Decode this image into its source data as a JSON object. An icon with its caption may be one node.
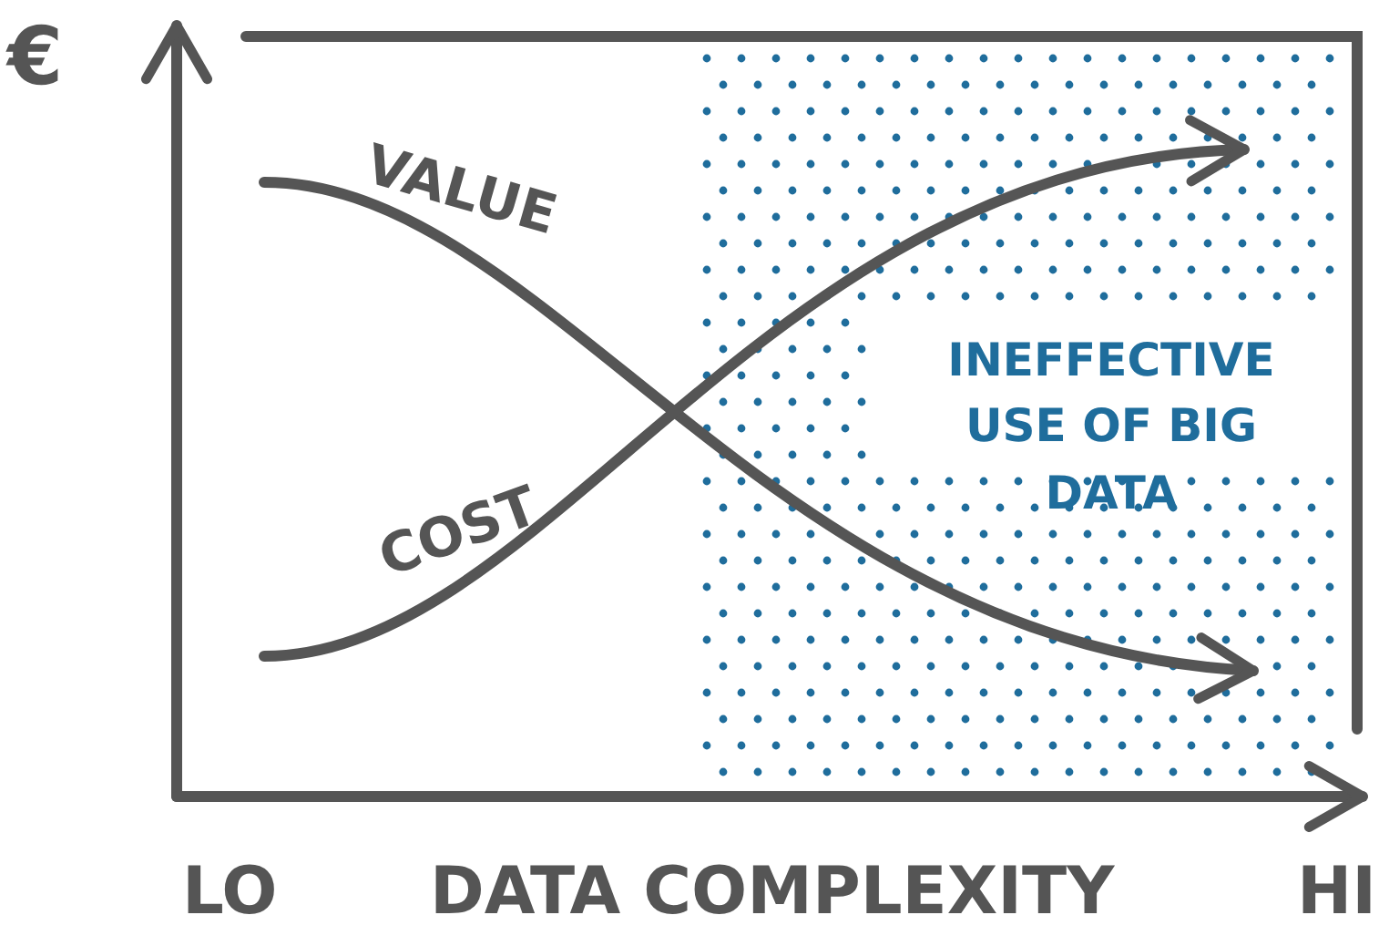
{
  "diagram": {
    "labels": [
      "€",
      "VALUE",
      "COST",
      "INEFFECTIVE USE OF BIG DATA",
      "LO",
      "DATA COMPLEXITY",
      "HI"
    ]
  }
}
